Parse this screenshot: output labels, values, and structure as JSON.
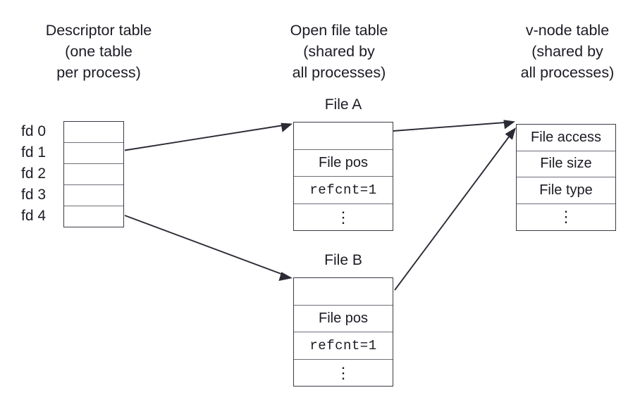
{
  "headings": {
    "descriptor": "Descriptor table\n(one table\nper process)",
    "open_file": "Open file table\n(shared by\nall processes)",
    "vnode": "v-node table\n(shared by\nall processes)"
  },
  "descriptor_table": {
    "labels": [
      "fd 0",
      "fd 1",
      "fd 2",
      "fd 3",
      "fd 4"
    ],
    "cells": [
      "",
      "",
      "",
      "",
      ""
    ]
  },
  "open_file_tables": [
    {
      "caption": "File A",
      "rows": [
        "",
        "File pos",
        "refcnt=1",
        "⋮"
      ]
    },
    {
      "caption": "File B",
      "rows": [
        "",
        "File pos",
        "refcnt=1",
        "⋮"
      ]
    }
  ],
  "vnode_table": {
    "rows": [
      "File access",
      "File size",
      "File type",
      "⋮"
    ]
  },
  "arrows": [
    {
      "name": "fd1-to-file-a",
      "from": "descriptor fd 1",
      "to": "File A"
    },
    {
      "name": "fd4-to-file-b",
      "from": "descriptor fd 4",
      "to": "File B"
    },
    {
      "name": "file-a-to-vnode",
      "from": "File A",
      "to": "v-node table"
    },
    {
      "name": "file-b-to-vnode",
      "from": "File B",
      "to": "v-node table"
    }
  ],
  "colors": {
    "background": "#ffffff",
    "text": "#1b1b24",
    "box_border": "#3b3b46",
    "row_divider": "#6e6e78",
    "arrow": "#2b2b35"
  }
}
